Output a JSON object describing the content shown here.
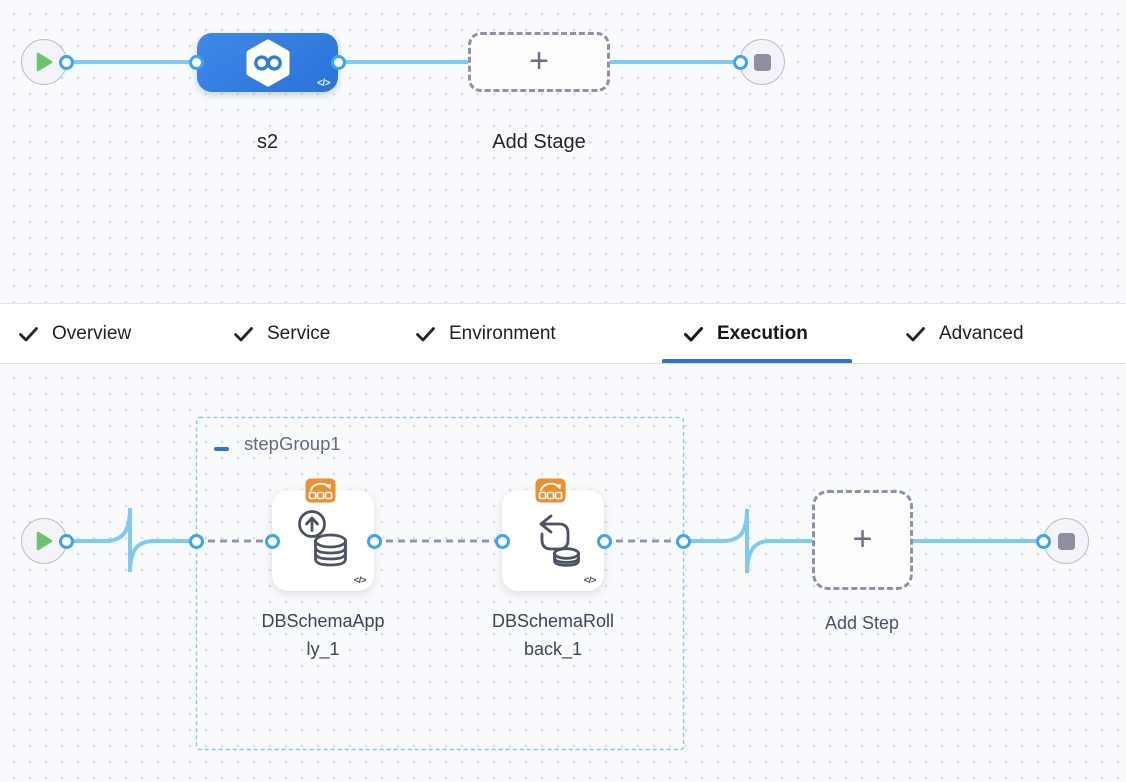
{
  "stage_section": {
    "stage": {
      "label": "s2"
    },
    "add_stage_label": "Add Stage",
    "plus_glyph": "+"
  },
  "tabs": {
    "items": [
      {
        "label": "Overview",
        "checked": true,
        "active": false
      },
      {
        "label": "Service",
        "checked": true,
        "active": false
      },
      {
        "label": "Environment",
        "checked": true,
        "active": false
      },
      {
        "label": "Execution",
        "checked": true,
        "active": true
      },
      {
        "label": "Advanced",
        "checked": true,
        "active": false
      }
    ]
  },
  "execution_section": {
    "step_group": {
      "label": "stepGroup1"
    },
    "steps": [
      {
        "label": "DBSchemaApply_1"
      },
      {
        "label": "DBSchemaRollback_1"
      }
    ],
    "add_step_label": "Add Step",
    "plus_glyph": "+"
  },
  "icons": {
    "code_toggle": "</>",
    "check": "checkmark",
    "collapse": "minus",
    "play": "play-triangle",
    "stop": "stop-square",
    "stage_icon": "harness-cd-hexagon-infinity",
    "apply_step_icon": "database-schema-apply",
    "rollback_step_icon": "database-schema-rollback",
    "loop_badge": "looping-strategy"
  },
  "colors": {
    "stage_node_blue": "#2f7ade",
    "wire_blue": "#7ecaf2",
    "port_blue": "#3ba5f1",
    "group_border_teal": "#87c9ec",
    "dashed_wire_gray": "#9396ab",
    "tab_underline_blue": "#2f70d1",
    "loop_badge_orange": "#ef8e2d",
    "play_green": "#6cc370",
    "canvas_bg": "#f9fafc"
  }
}
